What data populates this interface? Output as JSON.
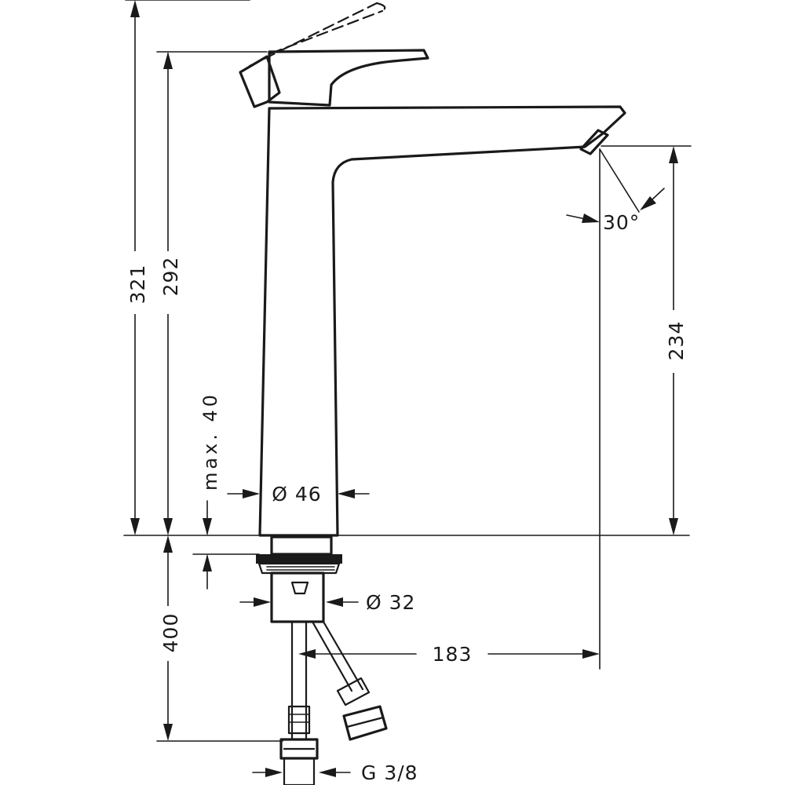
{
  "dimensions": {
    "total_height": "321",
    "spout_top_height": "292",
    "max_deck_thickness": "max. 40",
    "body_diameter": "Ø 46",
    "spout_outlet_height": "234",
    "spray_angle": "30°",
    "hose_length": "400",
    "shank_diameter": "Ø 32",
    "spout_reach": "183",
    "connection_thread": "G 3/8"
  }
}
